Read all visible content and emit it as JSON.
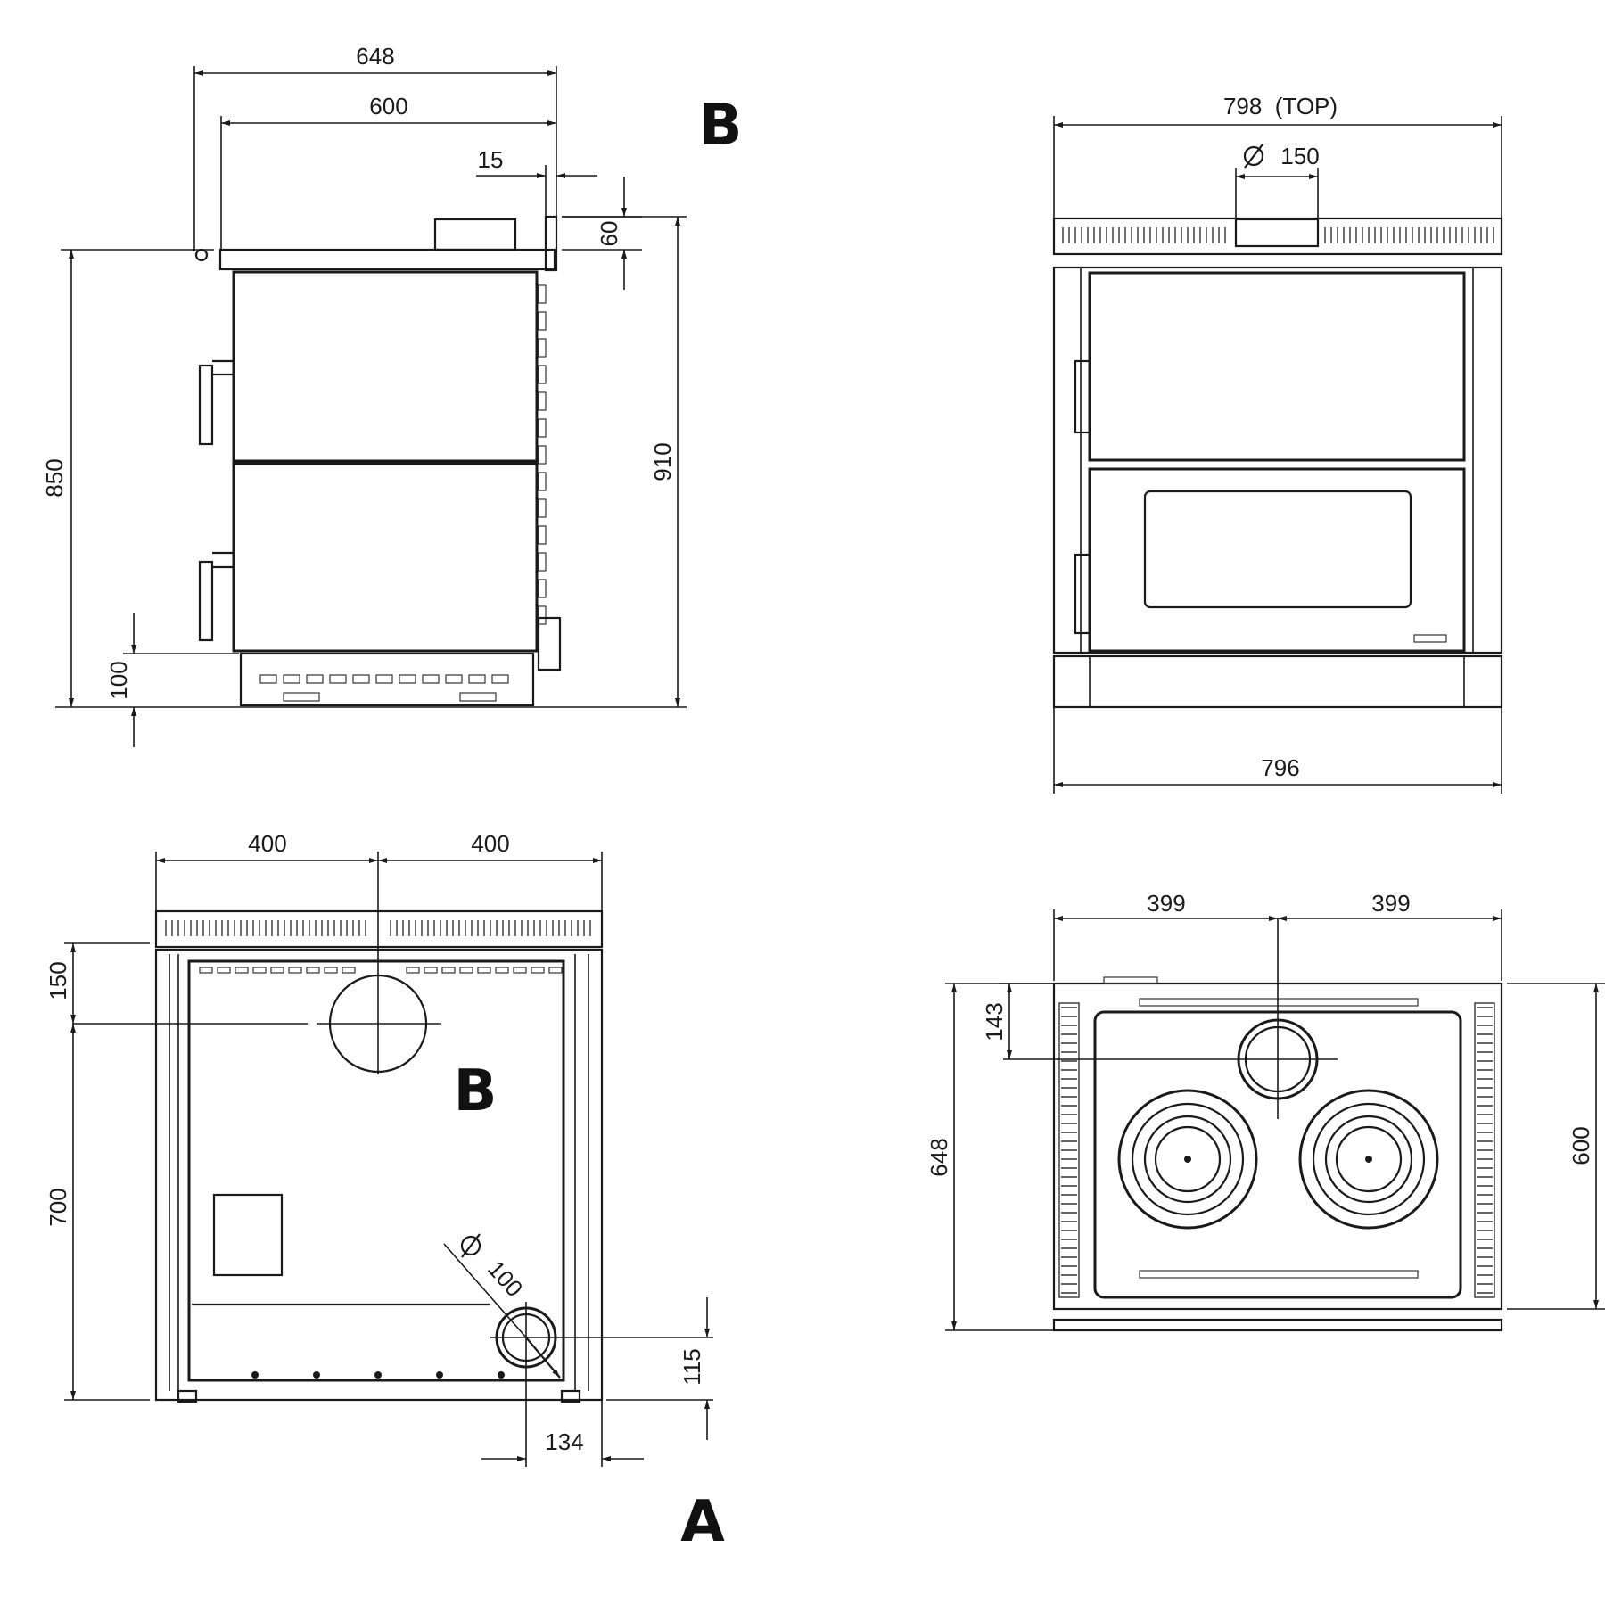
{
  "views": {
    "side": {
      "label_B": "B",
      "dims": {
        "d648": "648",
        "d600": "600",
        "d15": "15",
        "d60": "60",
        "d850": "850",
        "d910": "910",
        "d100": "100"
      }
    },
    "front": {
      "dims": {
        "d798_top": "798  (TOP)",
        "d150": "150",
        "d796": "796"
      }
    },
    "rear": {
      "label_B": "B",
      "label_A": "A",
      "dims": {
        "d400_left": "400",
        "d400_right": "400",
        "d150": "150",
        "d700": "700",
        "d100": "100",
        "d115": "115",
        "d134": "134"
      }
    },
    "top": {
      "dims": {
        "d399_left": "399",
        "d399_right": "399",
        "d143": "143",
        "d648": "648",
        "d600": "600"
      }
    }
  }
}
